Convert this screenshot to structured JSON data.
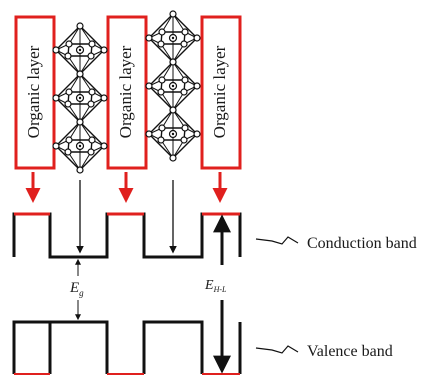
{
  "diagram": {
    "organic_layer_label": "Organic layer",
    "organic_layer_count": 3,
    "octahedral_stack_count": 2,
    "octahedra_per_stack": 3,
    "conduction_band_label": "Conduction band",
    "valence_band_label": "Valence band",
    "gap_symbol": "E",
    "gap_subscript": "g",
    "hl_gap_symbol": "E",
    "hl_gap_subscript": "H-L"
  },
  "colors": {
    "organic_box": "#e0201e",
    "arrow_red": "#e0201e",
    "line": "#111111",
    "octahedron_fill": "#ffffff"
  }
}
